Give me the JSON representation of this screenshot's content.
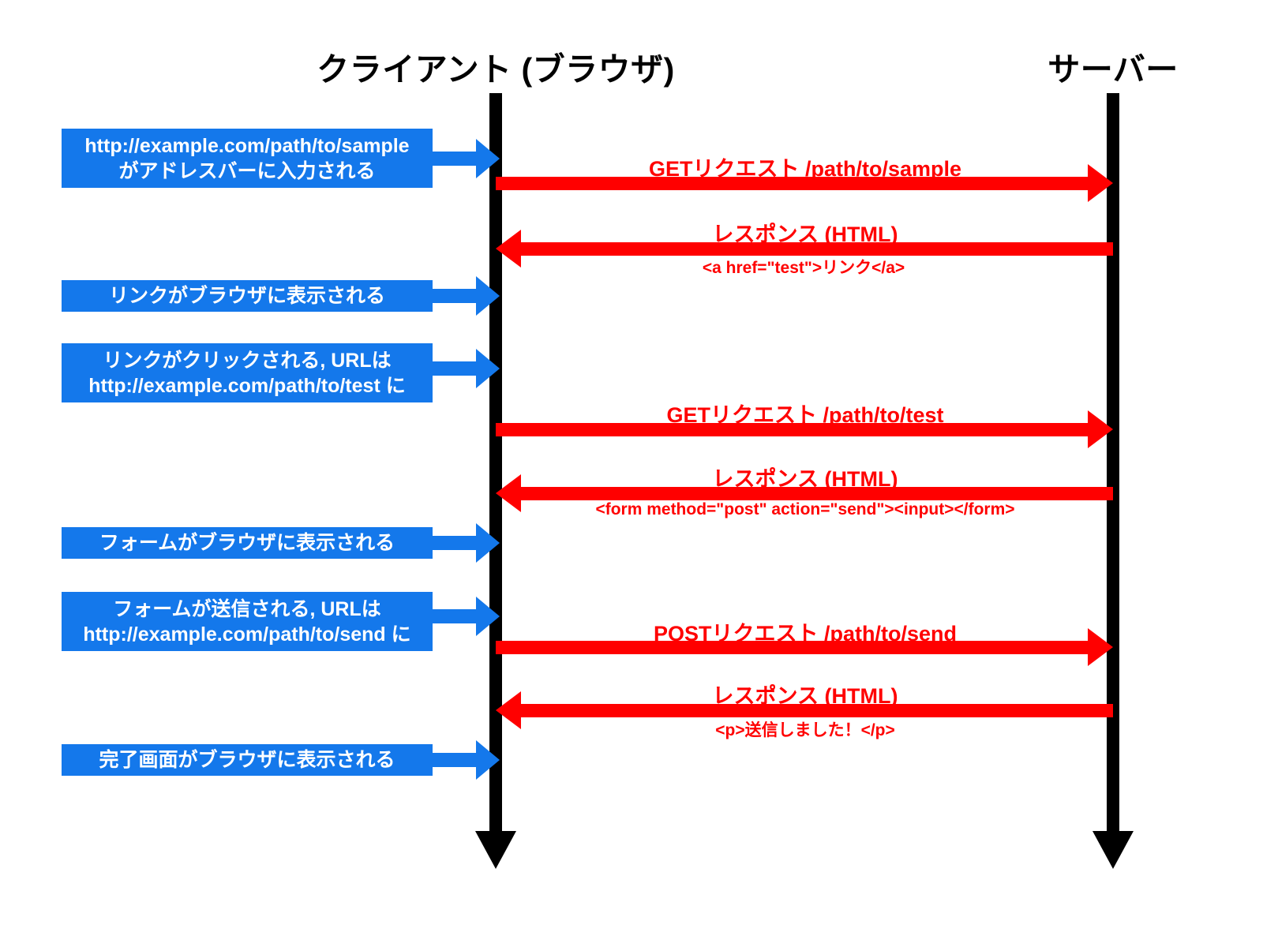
{
  "diagram": {
    "title_client": "クライアント (ブラウザ)",
    "title_server": "サーバー",
    "colors": {
      "lifeline": "#000000",
      "note": "#1478eb",
      "message": "#ff0000",
      "note_text": "#ffffff",
      "background": "#ffffff"
    }
  },
  "notes": [
    {
      "line1": "http://example.com/path/to/sample",
      "line2": "がアドレスバーに入力される"
    },
    {
      "line1": "リンクがブラウザに表示される",
      "line2": ""
    },
    {
      "line1": "リンクがクリックされる, URLは",
      "line2": "http://example.com/path/to/test に"
    },
    {
      "line1": "フォームがブラウザに表示される",
      "line2": ""
    },
    {
      "line1": "フォームが送信される, URLは",
      "line2": "http://example.com/path/to/send に"
    },
    {
      "line1": "完了画面がブラウザに表示される",
      "line2": ""
    }
  ],
  "messages": [
    {
      "label": "GETリクエスト /path/to/sample",
      "sublabel": "",
      "direction": "client-to-server"
    },
    {
      "label": "レスポンス (HTML)",
      "sublabel": "<a href=\"test\">リンク</a>",
      "direction": "server-to-client"
    },
    {
      "label": "GETリクエスト /path/to/test",
      "sublabel": "",
      "direction": "client-to-server"
    },
    {
      "label": "レスポンス (HTML)",
      "sublabel": "<form method=\"post\" action=\"send\"><input></form>",
      "direction": "server-to-client"
    },
    {
      "label": "POSTリクエスト /path/to/send",
      "sublabel": "",
      "direction": "client-to-server"
    },
    {
      "label": "レスポンス (HTML)",
      "sublabel": "<p>送信しました！</p>",
      "direction": "server-to-client"
    }
  ]
}
